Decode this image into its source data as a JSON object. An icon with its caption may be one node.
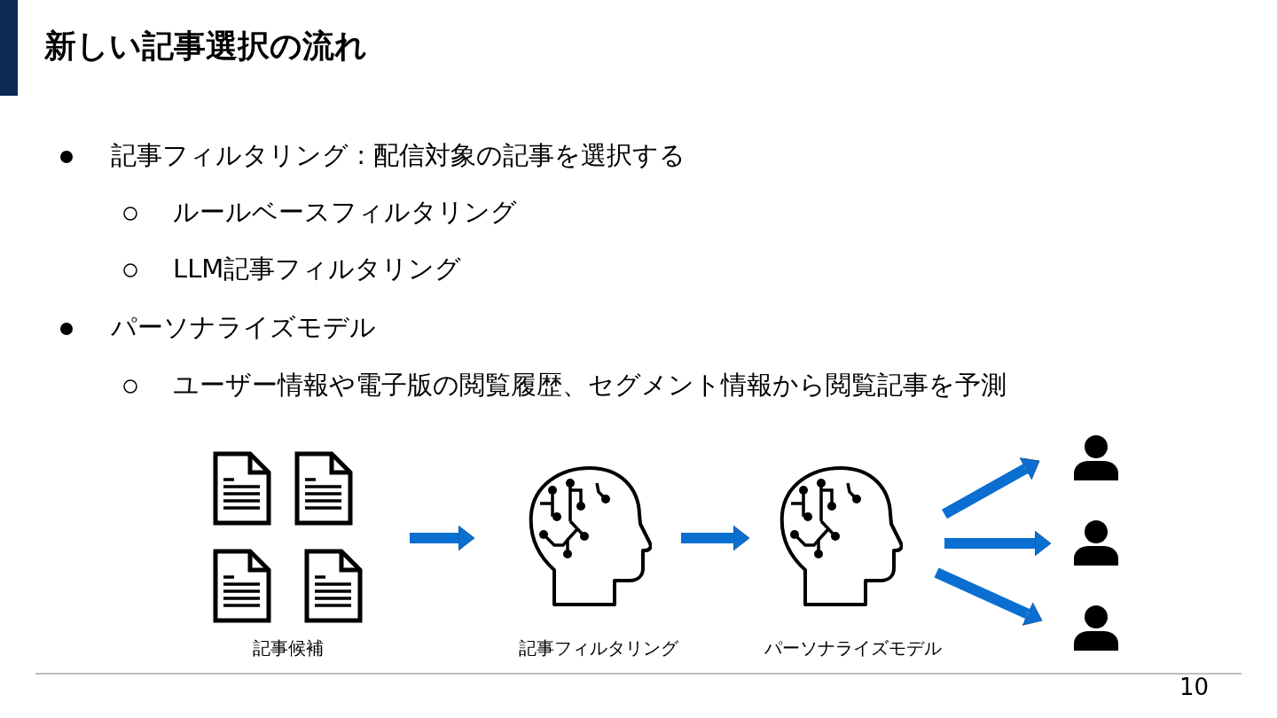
{
  "diagram": {
    "title": "新しい記事選択の流れ",
    "nodes": [
      {
        "text": [
          "記事候補"
        ]
      },
      {
        "text": [
          "記事フィルタリング"
        ]
      },
      {
        "text": [
          "パーソナライズモデル"
        ]
      },
      {
        "text": [],
        "shape": "person"
      },
      {
        "text": [],
        "shape": "person"
      },
      {
        "text": [],
        "shape": "person"
      }
    ],
    "edges": [
      {
        "from": 0,
        "to": 1,
        "arrow": "to"
      },
      {
        "from": 1,
        "to": 2,
        "arrow": "to"
      },
      {
        "from": 2,
        "to": 3,
        "arrow": "to"
      },
      {
        "from": 2,
        "to": 4,
        "arrow": "to"
      },
      {
        "from": 2,
        "to": 5,
        "arrow": "to"
      }
    ],
    "labels": [
      "記事フィルタリング : 配信対象の記事を選択する",
      "ルールベースフィルタリング",
      "LLM記事フィルタリング",
      "パーソナライズモデル",
      "ユーザー情報や電子版の閲覧履歴、セグメント情報から閲覧記事を予測",
      "10"
    ]
  }
}
